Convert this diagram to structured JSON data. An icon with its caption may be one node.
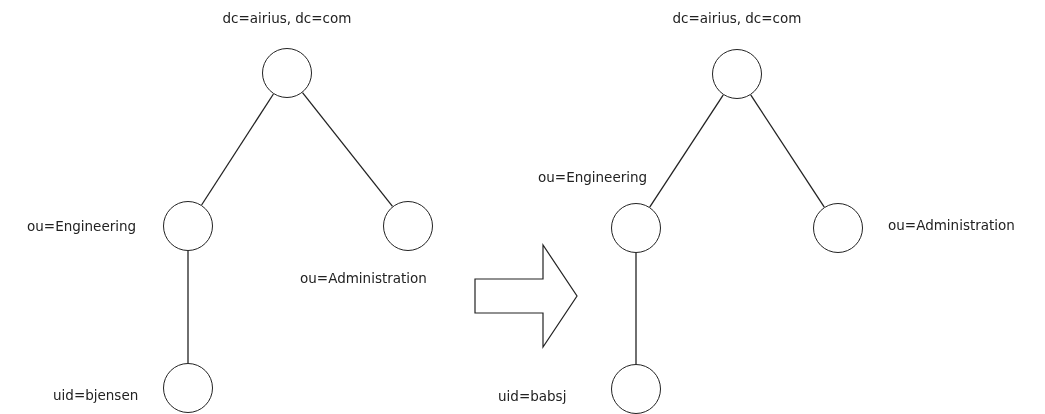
{
  "diagram": {
    "nodes": [
      {
        "text": [],
        "shape": "circle",
        "beside": [
          "dc=airius, dc=com"
        ]
      },
      {
        "text": [],
        "shape": "circle",
        "beside": [
          "ou=Engineering"
        ]
      },
      {
        "text": [],
        "shape": "circle",
        "beside": [
          "ou=Administration"
        ]
      },
      {
        "text": [],
        "shape": "circle",
        "beside": [
          "uid=bjensen"
        ]
      },
      {
        "text": [],
        "shape": "circle",
        "beside": [
          "dc=airius, dc=com"
        ]
      },
      {
        "text": [],
        "shape": "circle",
        "beside": [
          "ou=Engineering"
        ]
      },
      {
        "text": [],
        "shape": "circle",
        "beside": [
          "ou=Administration"
        ]
      },
      {
        "text": [],
        "shape": "circle",
        "beside": [
          "uid=babsj"
        ]
      }
    ],
    "edges": [
      {
        "from": 0,
        "to": 1,
        "arrow": "none"
      },
      {
        "from": 0,
        "to": 2,
        "arrow": "none"
      },
      {
        "from": 1,
        "to": 3,
        "arrow": "none"
      },
      {
        "from": 4,
        "to": 5,
        "arrow": "none"
      },
      {
        "from": 4,
        "to": 6,
        "arrow": "none"
      },
      {
        "from": 5,
        "to": 7,
        "arrow": "none"
      }
    ]
  }
}
